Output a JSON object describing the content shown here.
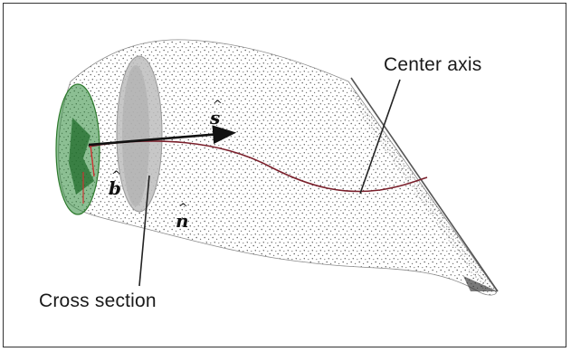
{
  "labels": {
    "center_axis": "Center axis",
    "cross_section": "Cross section"
  },
  "vectors": {
    "s": {
      "hat": "^",
      "symbol": "s"
    },
    "b": {
      "hat": "^",
      "symbol": "b"
    },
    "n": {
      "hat": "^",
      "symbol": "n"
    }
  },
  "colors": {
    "frame": "#333333",
    "stipple": "#555555",
    "cross_section_fill": "#bdbdbd",
    "end_cap": "#2e8b3a",
    "center_axis_line": "#7a1f2b",
    "arrow": "#111111",
    "leader_line": "#222222"
  }
}
